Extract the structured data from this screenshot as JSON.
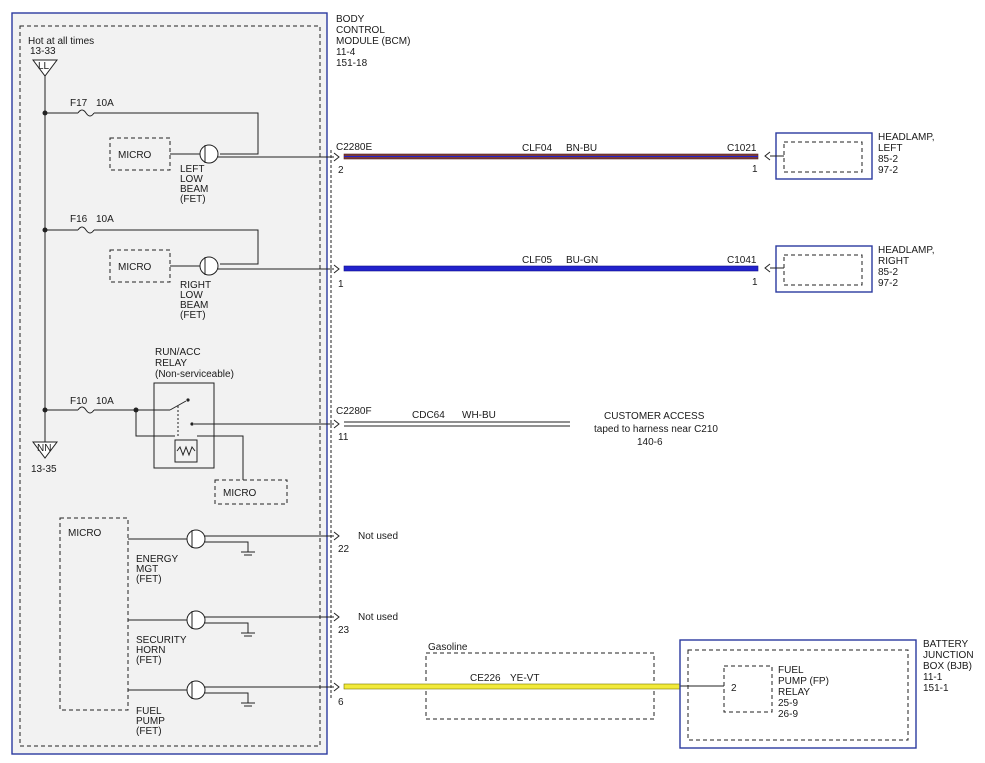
{
  "bcm": {
    "title_lines": [
      "BODY",
      "CONTROL",
      "MODULE (BCM)",
      "11-4",
      "151-18"
    ],
    "hot": "Hot at all times",
    "hot_ref": "13-33",
    "bus_top": "LL",
    "bus_bottom": "NN",
    "bus_bottom_ref": "13-35",
    "fuses": [
      {
        "name": "F17",
        "rating": "10A"
      },
      {
        "name": "F16",
        "rating": "10A"
      },
      {
        "name": "F10",
        "rating": "10A"
      }
    ],
    "micro": "MICRO",
    "left_low_beam": [
      "LEFT",
      "LOW",
      "BEAM",
      "(FET)"
    ],
    "right_low_beam": [
      "RIGHT",
      "LOW",
      "BEAM",
      "(FET)"
    ],
    "relay_lines": [
      "RUN/ACC",
      "RELAY",
      "(Non-serviceable)"
    ],
    "energy_mgt": [
      "ENERGY",
      "MGT",
      "(FET)"
    ],
    "security_horn": [
      "SECURITY",
      "HORN",
      "(FET)"
    ],
    "fuel_pump": [
      "FUEL",
      "PUMP",
      "(FET)"
    ]
  },
  "connectors": {
    "c2280e": "C2280E",
    "c2280f": "C2280F",
    "c1021": "C1021",
    "c1041": "C1041"
  },
  "pins": {
    "p2": "2",
    "p1": "1",
    "p1b": "1",
    "p1c": "1",
    "p11": "11",
    "p22": "22",
    "p23": "23",
    "p6": "6",
    "p2b": "2"
  },
  "wires": {
    "clf04": {
      "circuit": "CLF04",
      "color": "BN-BU"
    },
    "clf05": {
      "circuit": "CLF05",
      "color": "BU-GN"
    },
    "cdc64": {
      "circuit": "CDC64",
      "color": "WH-BU"
    },
    "ce226": {
      "circuit": "CE226",
      "color": "YE-VT"
    }
  },
  "headlamp_left": [
    "HEADLAMP,",
    "LEFT",
    "85-2",
    "97-2"
  ],
  "headlamp_right": [
    "HEADLAMP,",
    "RIGHT",
    "85-2",
    "97-2"
  ],
  "customer_access": [
    "CUSTOMER ACCESS",
    "taped to harness near C210",
    "140-6"
  ],
  "not_used": "Not used",
  "gasoline": "Gasoline",
  "bjb": [
    "BATTERY",
    "JUNCTION",
    "BOX (BJB)",
    "11-1",
    "151-1"
  ],
  "fp_relay": [
    "FUEL",
    "PUMP (FP)",
    "RELAY",
    "25-9",
    "26-9"
  ],
  "colors": {
    "frame": "#2b3aa0",
    "panel": "#f2f2f2",
    "brown": "#7a3b3b",
    "blue": "#2222cc",
    "yellow": "#f2ea3a"
  }
}
